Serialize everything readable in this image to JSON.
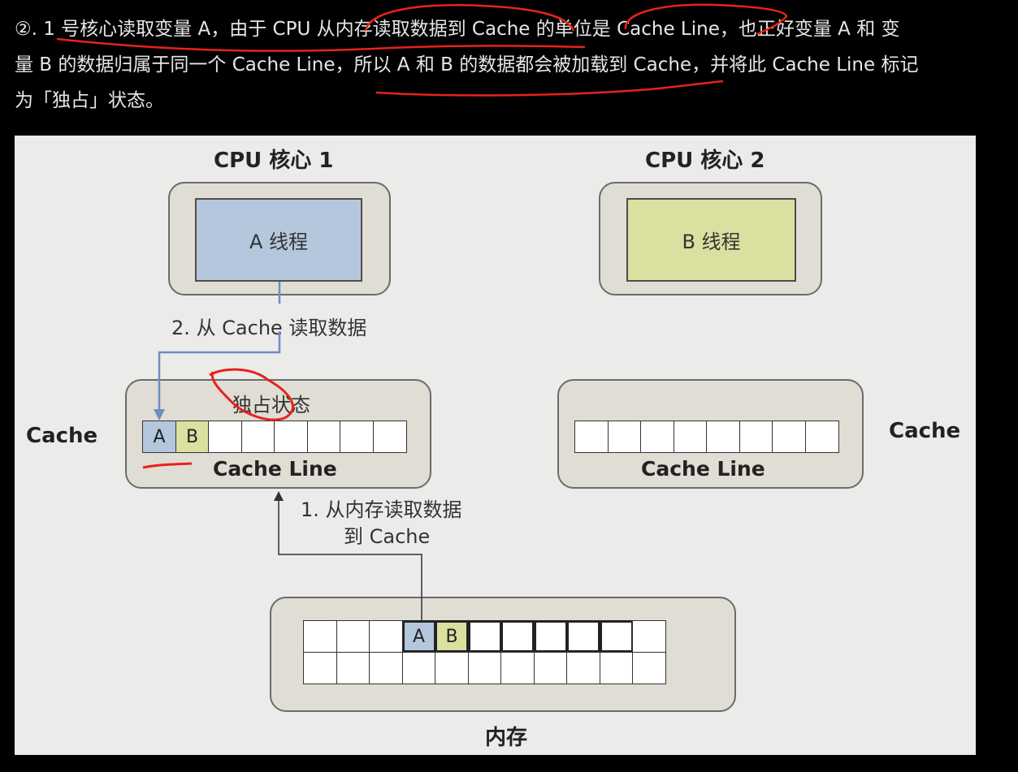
{
  "paragraph": {
    "line1": "②. 1 号核心读取变量 A，由于 CPU 从内存读取数据到 Cache 的单位是 Cache Line，也正好变量 A 和 变",
    "line2": "量 B 的数据归属于同一个 Cache Line，所以 A 和 B 的数据都会被加载到 Cache，并将此 Cache Line 标记",
    "line3": "为「独占」状态。"
  },
  "diagram": {
    "core1_title": "CPU 核心 1",
    "core2_title": "CPU 核心 2",
    "thread_a": "A 线程",
    "thread_b": "B 线程",
    "step2": "2. 从 Cache 读取数据",
    "exclusive": "独占状态",
    "cache_left": "Cache",
    "cache_right": "Cache",
    "cacheline_left": "Cache Line",
    "cacheline_right": "Cache Line",
    "step1_line1": "1. 从内存读取数据",
    "step1_line2": "到 Cache",
    "memory_label": "内存",
    "cell_a": "A",
    "cell_b": "B",
    "mem_cell_a": "A",
    "mem_cell_b": "B"
  },
  "colors": {
    "background": "#000000",
    "diagram_bg": "#ebebea",
    "box_fill": "#e0ddd5",
    "thread_a_fill": "#b4c7dc",
    "thread_b_fill": "#dbe0a0",
    "arrow_color": "#6c8ebf",
    "annotation_red": "#e8221b"
  }
}
